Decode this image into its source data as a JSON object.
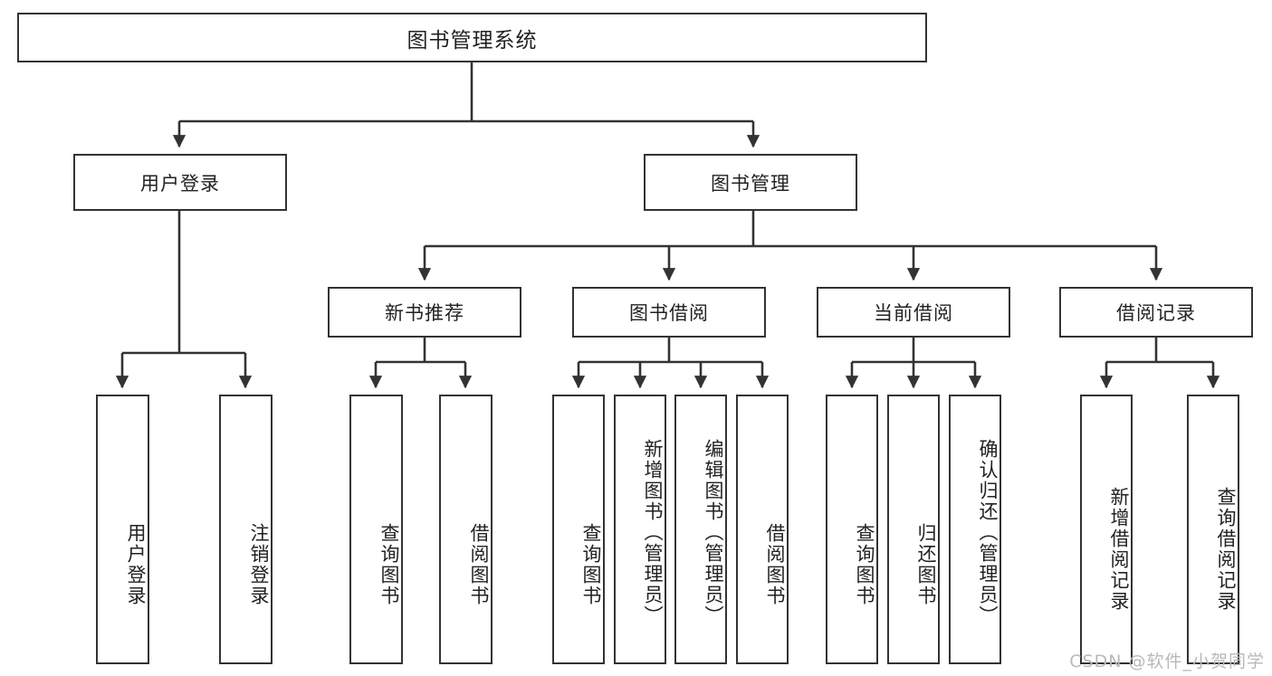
{
  "diagram": {
    "title": "图书管理系统",
    "type": "tree",
    "root": {
      "id": "root",
      "label": "图书管理系统"
    },
    "level2": [
      {
        "id": "user-login",
        "label": "用户登录"
      },
      {
        "id": "book-manage",
        "label": "图书管理"
      }
    ],
    "level3": [
      {
        "id": "new-book-rec",
        "label": "新书推荐"
      },
      {
        "id": "book-borrow",
        "label": "图书借阅"
      },
      {
        "id": "current-borrow",
        "label": "当前借阅"
      },
      {
        "id": "borrow-record",
        "label": "借阅记录"
      }
    ],
    "leaves": [
      {
        "id": "leaf-user-login",
        "label": "用户登录",
        "parent": "user-login"
      },
      {
        "id": "leaf-logout",
        "label": "注销登录",
        "parent": "user-login"
      },
      {
        "id": "leaf-query-book-1",
        "label": "查询图书",
        "parent": "new-book-rec"
      },
      {
        "id": "leaf-borrow-book-1",
        "label": "借阅图书",
        "parent": "new-book-rec"
      },
      {
        "id": "leaf-query-book-2",
        "label": "查询图书",
        "parent": "book-borrow"
      },
      {
        "id": "leaf-add-book",
        "label": "新增图书（管理员）",
        "parent": "book-borrow"
      },
      {
        "id": "leaf-edit-book",
        "label": "编辑图书（管理员）",
        "parent": "book-borrow"
      },
      {
        "id": "leaf-borrow-book-2",
        "label": "借阅图书",
        "parent": "book-borrow"
      },
      {
        "id": "leaf-query-book-3",
        "label": "查询图书",
        "parent": "current-borrow"
      },
      {
        "id": "leaf-return-book",
        "label": "归还图书",
        "parent": "current-borrow"
      },
      {
        "id": "leaf-confirm-return",
        "label": "确认归还（管理员）",
        "parent": "current-borrow"
      },
      {
        "id": "leaf-add-record",
        "label": "新增借阅记录",
        "parent": "borrow-record"
      },
      {
        "id": "leaf-query-record",
        "label": "查询借阅记录",
        "parent": "borrow-record"
      }
    ],
    "colors": {
      "stroke": "#333333",
      "fill": "#ffffff",
      "text": "#222222",
      "watermark": "#b9b9b9"
    }
  },
  "watermark": {
    "text": "CSDN @软件_小贺同学"
  }
}
